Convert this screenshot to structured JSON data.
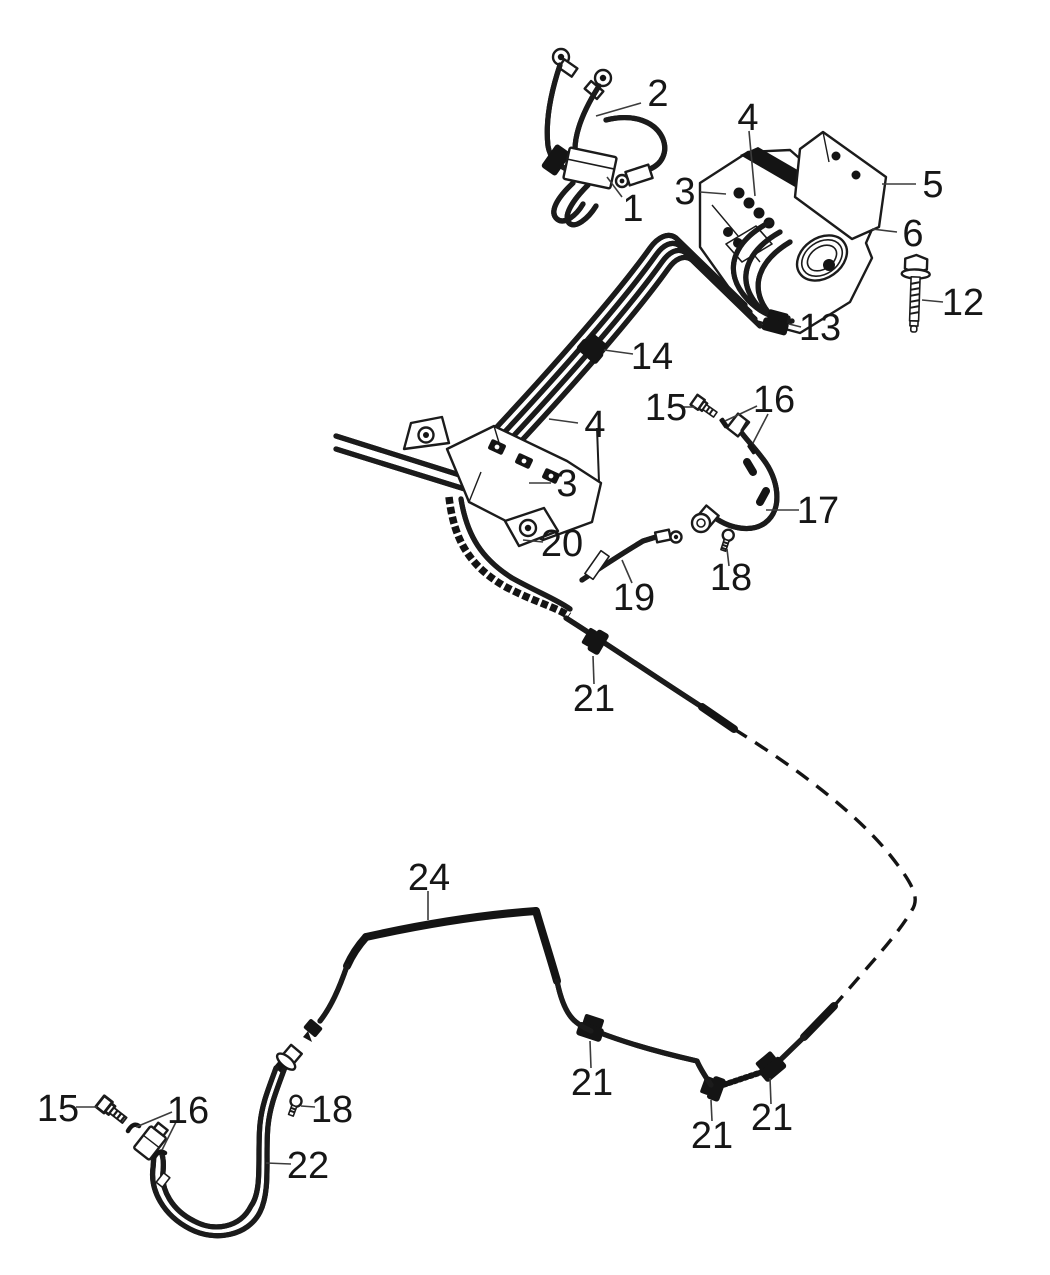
{
  "diagram": {
    "background_color": "#ffffff",
    "line_color": "#1b1b1b",
    "callout_font_color": "#161616",
    "visible_part_numbers": [
      "1",
      "2",
      "3",
      "4",
      "5",
      "6",
      "12",
      "13",
      "14",
      "15",
      "16",
      "17",
      "18",
      "19",
      "20",
      "21",
      "22",
      "24"
    ],
    "callouts": {
      "c1": {
        "label": "1"
      },
      "c2": {
        "label": "2"
      },
      "c3_top": {
        "label": "3"
      },
      "c3_mid": {
        "label": "3"
      },
      "c4_top": {
        "label": "4"
      },
      "c4_mid": {
        "label": "4"
      },
      "c5": {
        "label": "5"
      },
      "c6": {
        "label": "6"
      },
      "c12": {
        "label": "12"
      },
      "c13": {
        "label": "13"
      },
      "c14": {
        "label": "14"
      },
      "c15_top": {
        "label": "15"
      },
      "c15_bottom": {
        "label": "15"
      },
      "c16_top": {
        "label": "16"
      },
      "c16_bottom": {
        "label": "16"
      },
      "c17": {
        "label": "17"
      },
      "c18_top": {
        "label": "18"
      },
      "c18_bottom": {
        "label": "18"
      },
      "c19": {
        "label": "19"
      },
      "c20": {
        "label": "20"
      },
      "c21_mid": {
        "label": "21"
      },
      "c21_left": {
        "label": "21"
      },
      "c21_pair_left": {
        "label": "21"
      },
      "c21_pair_right": {
        "label": "21"
      },
      "c22": {
        "label": "22"
      },
      "c24": {
        "label": "24"
      }
    }
  }
}
